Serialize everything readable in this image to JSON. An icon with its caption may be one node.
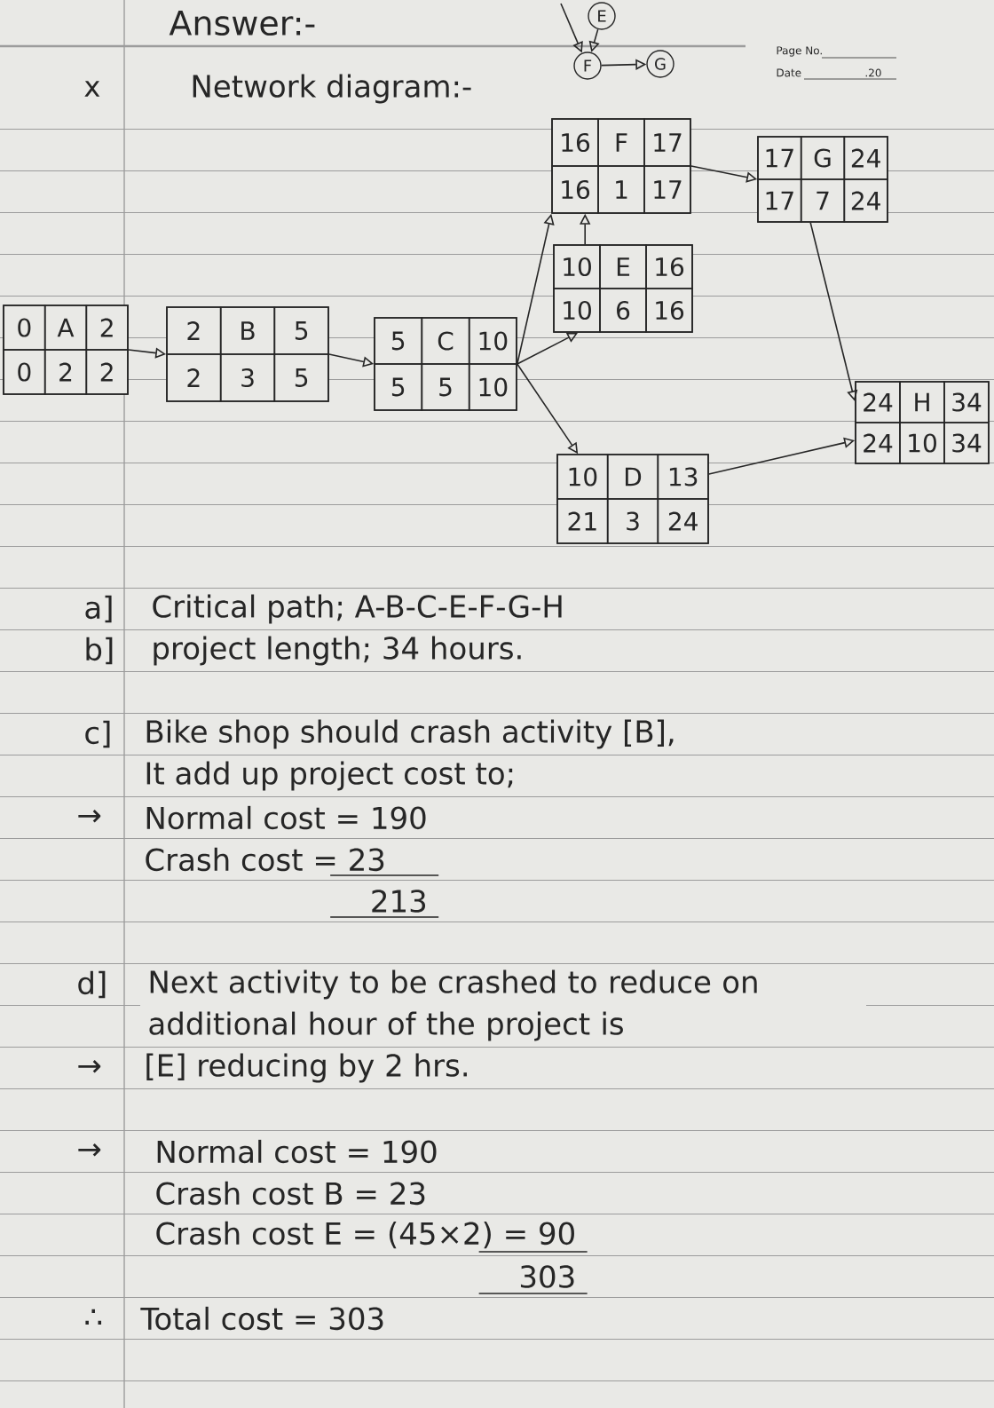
{
  "diagram": {
    "title": "Answer:-",
    "nodes": [
      {
        "text": [
          "E"
        ]
      },
      {
        "text": [
          "F"
        ]
      },
      {
        "text": [
          "G"
        ]
      },
      {
        "text": [
          "16",
          "F",
          "17",
          "16",
          "1",
          "17"
        ]
      },
      {
        "text": [
          "17",
          "G",
          "24",
          "17",
          "7",
          "24"
        ]
      },
      {
        "text": [
          "10",
          "E",
          "16",
          "10",
          "6",
          "16"
        ]
      },
      {
        "text": [
          "0",
          "A",
          "2",
          "0",
          "2",
          "2"
        ]
      },
      {
        "text": [
          "2",
          "B",
          "5",
          "2",
          "3",
          "5"
        ]
      },
      {
        "text": [
          "5",
          "C",
          "10",
          "5",
          "5",
          "10"
        ]
      },
      {
        "text": [
          "24",
          "H",
          "34",
          "24",
          "10",
          "34"
        ]
      },
      {
        "text": [
          "10",
          "D",
          "13",
          "21",
          "3",
          "24"
        ]
      }
    ],
    "edges": [
      {
        "from": null,
        "to": 1,
        "arrow": "to"
      },
      {
        "from": 0,
        "to": 1,
        "arrow": "to"
      },
      {
        "from": 1,
        "to": 2,
        "arrow": "to"
      },
      {
        "from": 6,
        "to": 7,
        "arrow": "to"
      },
      {
        "from": 7,
        "to": 8,
        "arrow": "to"
      },
      {
        "from": 8,
        "to": 3,
        "arrow": "to"
      },
      {
        "from": 8,
        "to": 5,
        "arrow": "to"
      },
      {
        "from": 8,
        "to": 10,
        "arrow": "to"
      },
      {
        "from": 5,
        "to": 3,
        "arrow": "to"
      },
      {
        "from": 3,
        "to": 4,
        "arrow": "to"
      },
      {
        "from": 4,
        "to": 9,
        "arrow": "to"
      },
      {
        "from": 10,
        "to": 9,
        "arrow": "to"
      }
    ],
    "labels": [
      "Page No.",
      "Date",
      ".20",
      "x",
      "Network diagram:-",
      "a]",
      "Critical path; A-B-C-E-F-G-H",
      "b]",
      "project length; 34 hours.",
      "c]",
      "Bike shop should crash activity [B],",
      "It add up project cost to;",
      "→",
      "Normal cost = 190",
      "Crash cost = 23",
      "213",
      "d]",
      "Next activity to be crashed to reduce on additional hour of the project is",
      "→",
      "[E] reducing by 2 hrs.",
      "→",
      "Normal cost = 190",
      "Crash cost B = 23",
      "Crash cost E = (45×2) = 90",
      "303",
      "∴",
      "Total cost = 303"
    ]
  }
}
